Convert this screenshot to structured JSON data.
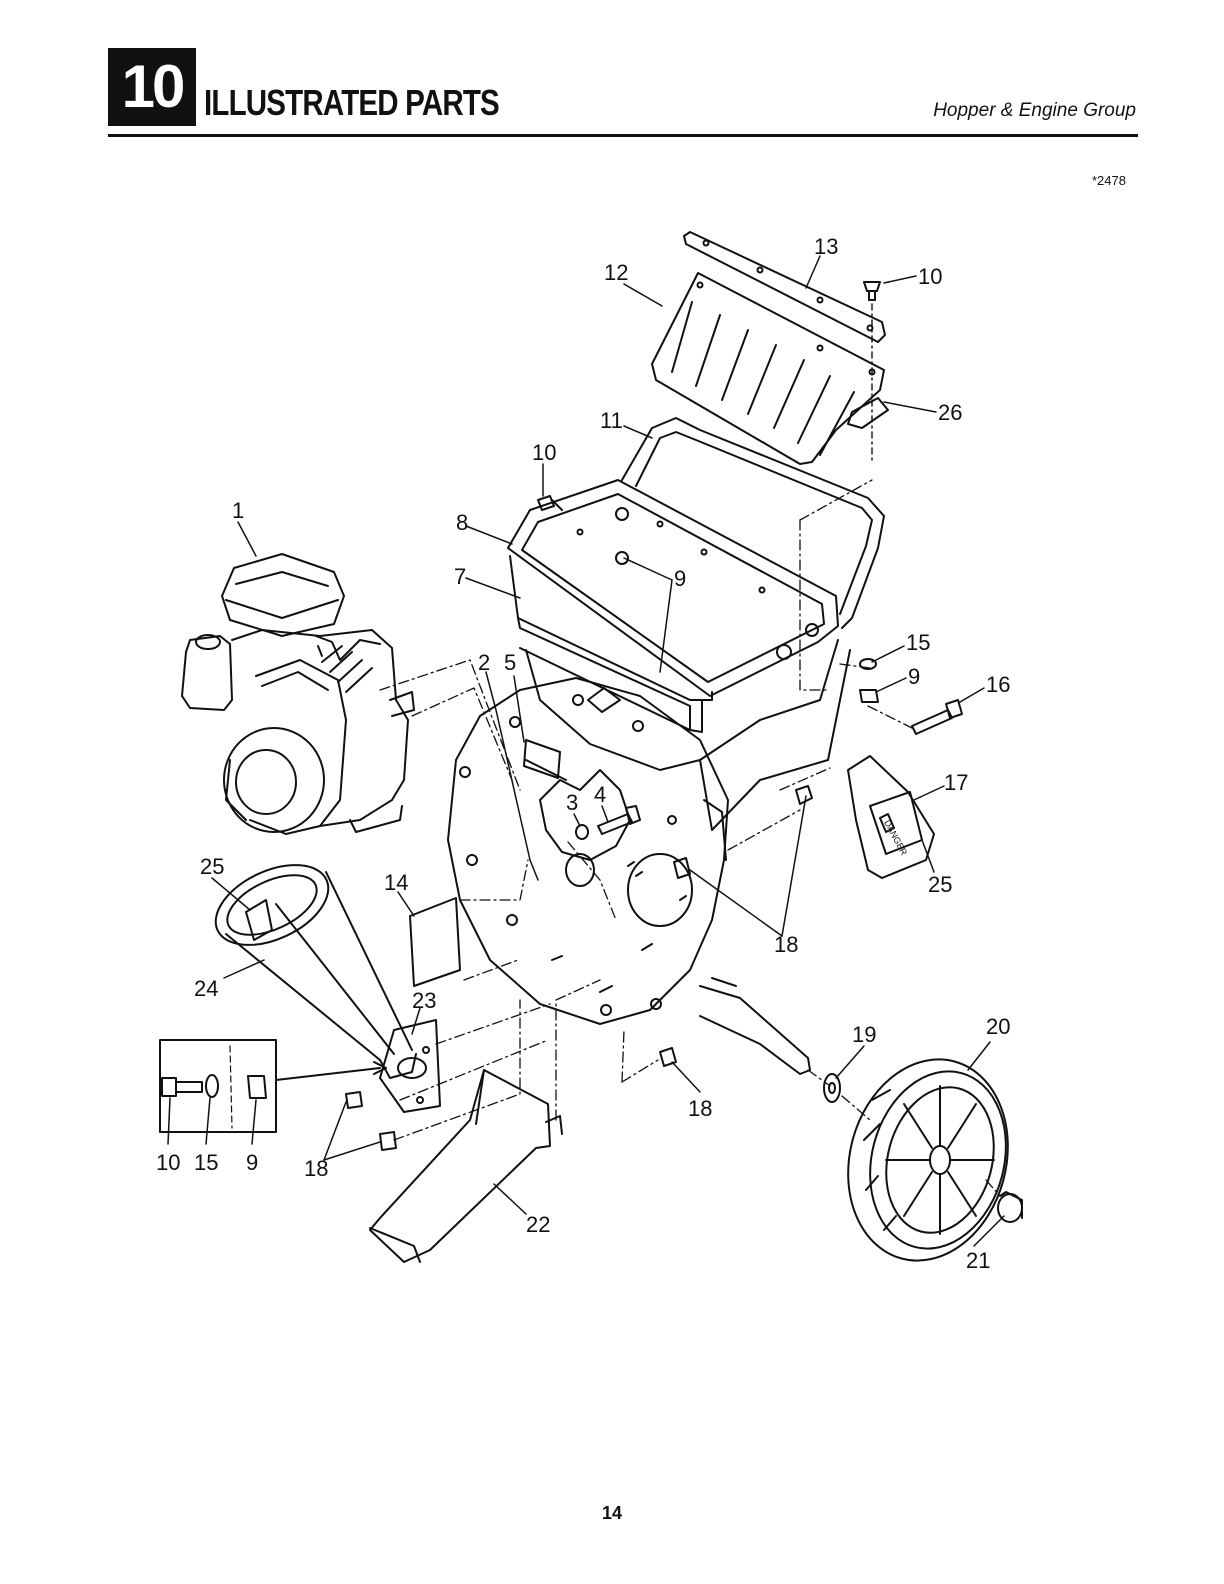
{
  "header": {
    "section_number": "10",
    "section_title": "ILLUSTRATED PARTS",
    "group_title": "Hopper & Engine Group"
  },
  "figure_code": "*2478",
  "callouts": [
    {
      "id": "c1",
      "label": "1"
    },
    {
      "id": "c2",
      "label": "2"
    },
    {
      "id": "c3",
      "label": "3"
    },
    {
      "id": "c4",
      "label": "4"
    },
    {
      "id": "c5",
      "label": "5"
    },
    {
      "id": "c7",
      "label": "7"
    },
    {
      "id": "c8",
      "label": "8"
    },
    {
      "id": "c9a",
      "label": "9"
    },
    {
      "id": "c9b",
      "label": "9"
    },
    {
      "id": "c9c",
      "label": "9"
    },
    {
      "id": "c10a",
      "label": "10"
    },
    {
      "id": "c10b",
      "label": "10"
    },
    {
      "id": "c10c",
      "label": "10"
    },
    {
      "id": "c11",
      "label": "11"
    },
    {
      "id": "c12",
      "label": "12"
    },
    {
      "id": "c13",
      "label": "13"
    },
    {
      "id": "c14",
      "label": "14"
    },
    {
      "id": "c15a",
      "label": "15"
    },
    {
      "id": "c15b",
      "label": "15"
    },
    {
      "id": "c16",
      "label": "16"
    },
    {
      "id": "c17",
      "label": "17"
    },
    {
      "id": "c18a",
      "label": "18"
    },
    {
      "id": "c18b",
      "label": "18"
    },
    {
      "id": "c18c",
      "label": "18"
    },
    {
      "id": "c19",
      "label": "19"
    },
    {
      "id": "c20",
      "label": "20"
    },
    {
      "id": "c21",
      "label": "21"
    },
    {
      "id": "c22",
      "label": "22"
    },
    {
      "id": "c23",
      "label": "23"
    },
    {
      "id": "c24",
      "label": "24"
    },
    {
      "id": "c25a",
      "label": "25"
    },
    {
      "id": "c25b",
      "label": "25"
    },
    {
      "id": "c26",
      "label": "26"
    }
  ],
  "decal_text": "DANGER",
  "page_number": "14"
}
